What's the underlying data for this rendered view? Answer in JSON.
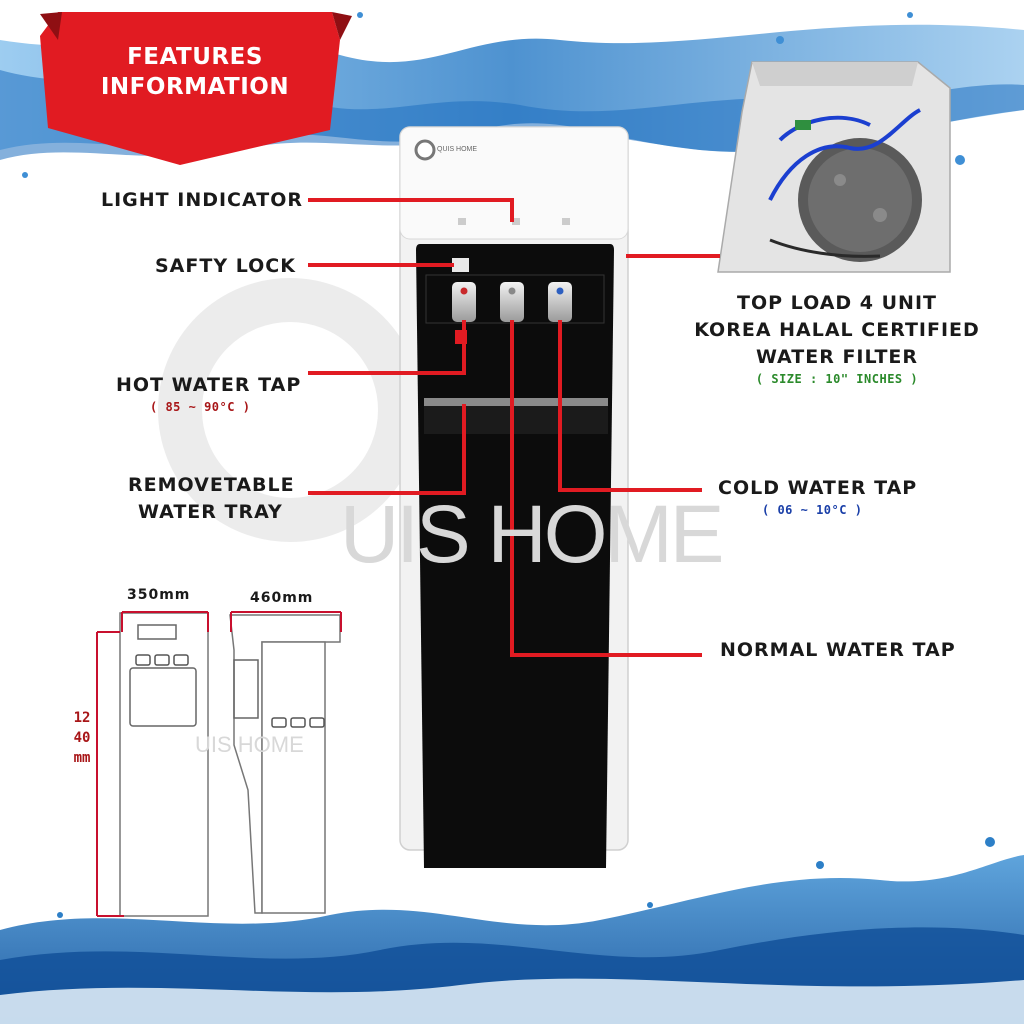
{
  "banner": {
    "line1": "FEATURES",
    "line2": "INFORMATION"
  },
  "brand": {
    "logo_text": "QUIS HOME",
    "watermark": "UIS HOME",
    "watermark_small": "UIS HOME"
  },
  "labels": {
    "light_indicator": "LIGHT INDICATOR",
    "safety_lock": "SAFTY LOCK",
    "hot_tap": "HOT WATER TAP",
    "hot_temp": "( 85 ~ 90°C )",
    "tray_line1": "REMOVETABLE",
    "tray_line2": "WATER TRAY",
    "filter_line1": "TOP LOAD 4 UNIT",
    "filter_line2": "KOREA HALAL CERTIFIED",
    "filter_line3": "WATER FILTER",
    "filter_size": "( SIZE : 10\" INCHES )",
    "cold_tap": "COLD WATER TAP",
    "cold_temp": "( 06 ~ 10°C )",
    "normal_tap": "NORMAL WATER TAP"
  },
  "dimensions": {
    "width": "350mm",
    "depth": "460mm",
    "height": "1240mm"
  },
  "colors": {
    "accent_red": "#e11b22",
    "dark_red": "#a81618",
    "water_blue": "#2d7fc7",
    "cold_blue": "#1a3fa8",
    "size_green": "#2b8a2b",
    "body_black": "#0c0c0c"
  }
}
